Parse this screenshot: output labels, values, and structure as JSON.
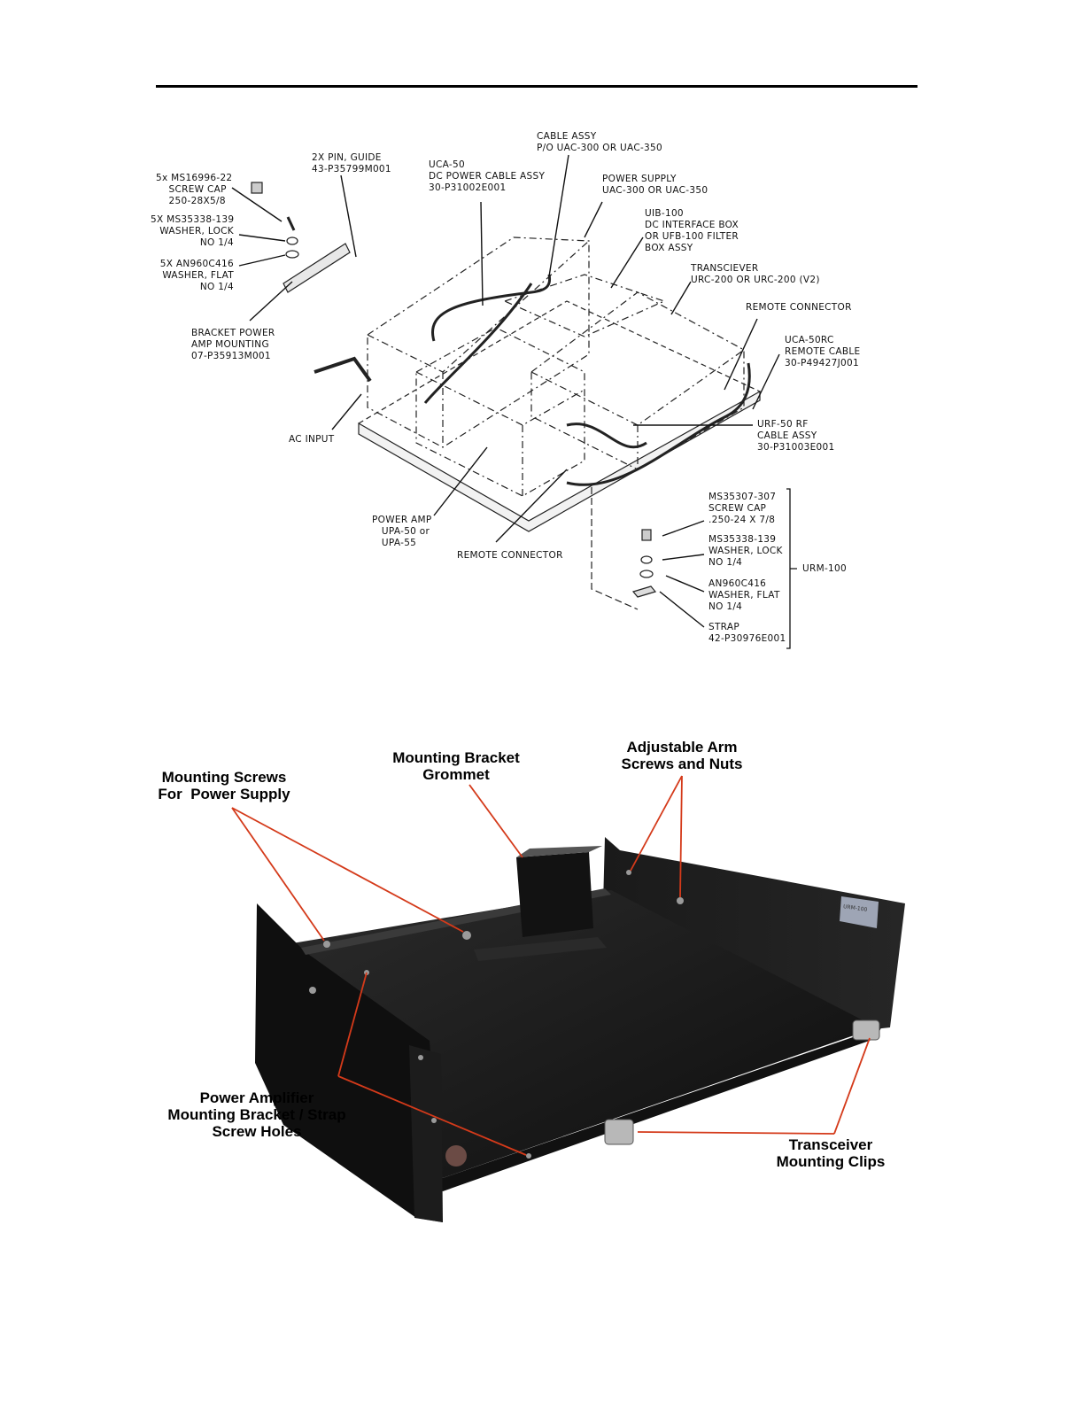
{
  "diagram": {
    "labels": {
      "screw_cap": "5x MS16996-22\n    SCREW CAP\n    250-28X5/8",
      "washer_lock": "5X MS35338-139\nWASHER, LOCK\nNO 1/4",
      "washer_flat": "5X AN960C416\nWASHER, FLAT\nNO 1/4",
      "bracket": "BRACKET POWER\nAMP MOUNTING\n07-P35913M001",
      "pin_guide": "2X PIN, GUIDE\n43-P35799M001",
      "uca50": "UCA-50\nDC POWER CABLE ASSY\n30-P31002E001",
      "cable_assy": "CABLE ASSY\nP/O UAC-300 OR UAC-350",
      "power_supply": "POWER SUPPLY\nUAC-300 OR UAC-350",
      "uib100": "UIB-100\nDC INTERFACE BOX\nOR UFB-100 FILTER\nBOX ASSY",
      "transceiver": "TRANSCIEVER\nURC-200 OR URC-200 (V2)",
      "remote_connector_top": "REMOTE CONNECTOR",
      "uca50rc": "UCA-50RC\nREMOTE CABLE\n30-P49427J001",
      "urf50": "URF-50 RF\nCABLE ASSY\n30-P31003E001",
      "ac_input": "AC INPUT",
      "power_amp": "POWER AMP\n   UPA-50 or\n   UPA-55",
      "remote_connector_bottom": "REMOTE CONNECTOR",
      "ms35307": "MS35307-307\nSCREW CAP\n.250-24 X 7/8",
      "ms35338": "MS35338-139\nWASHER, LOCK\nNO 1/4",
      "an960": "AN960C416\nWASHER, FLAT\nNO 1/4",
      "strap": "STRAP\n42-P30976E001",
      "urm100": "URM-100"
    }
  },
  "photo": {
    "labels": {
      "mounting_screws": "Mounting Screws\nFor  Power Supply",
      "mounting_bracket": "Mounting Bracket\nGrommet",
      "adjustable_arm": "Adjustable Arm\nScrews and Nuts",
      "power_amplifier": "Power Amplifier\nMounting Bracket / Strap\nScrew Holes",
      "transceiver_clips": "Transceiver\nMounting Clips"
    },
    "plate_label": "URM-100"
  },
  "colors": {
    "leader_red": "#d43a1a",
    "tray_black": "#161616"
  }
}
